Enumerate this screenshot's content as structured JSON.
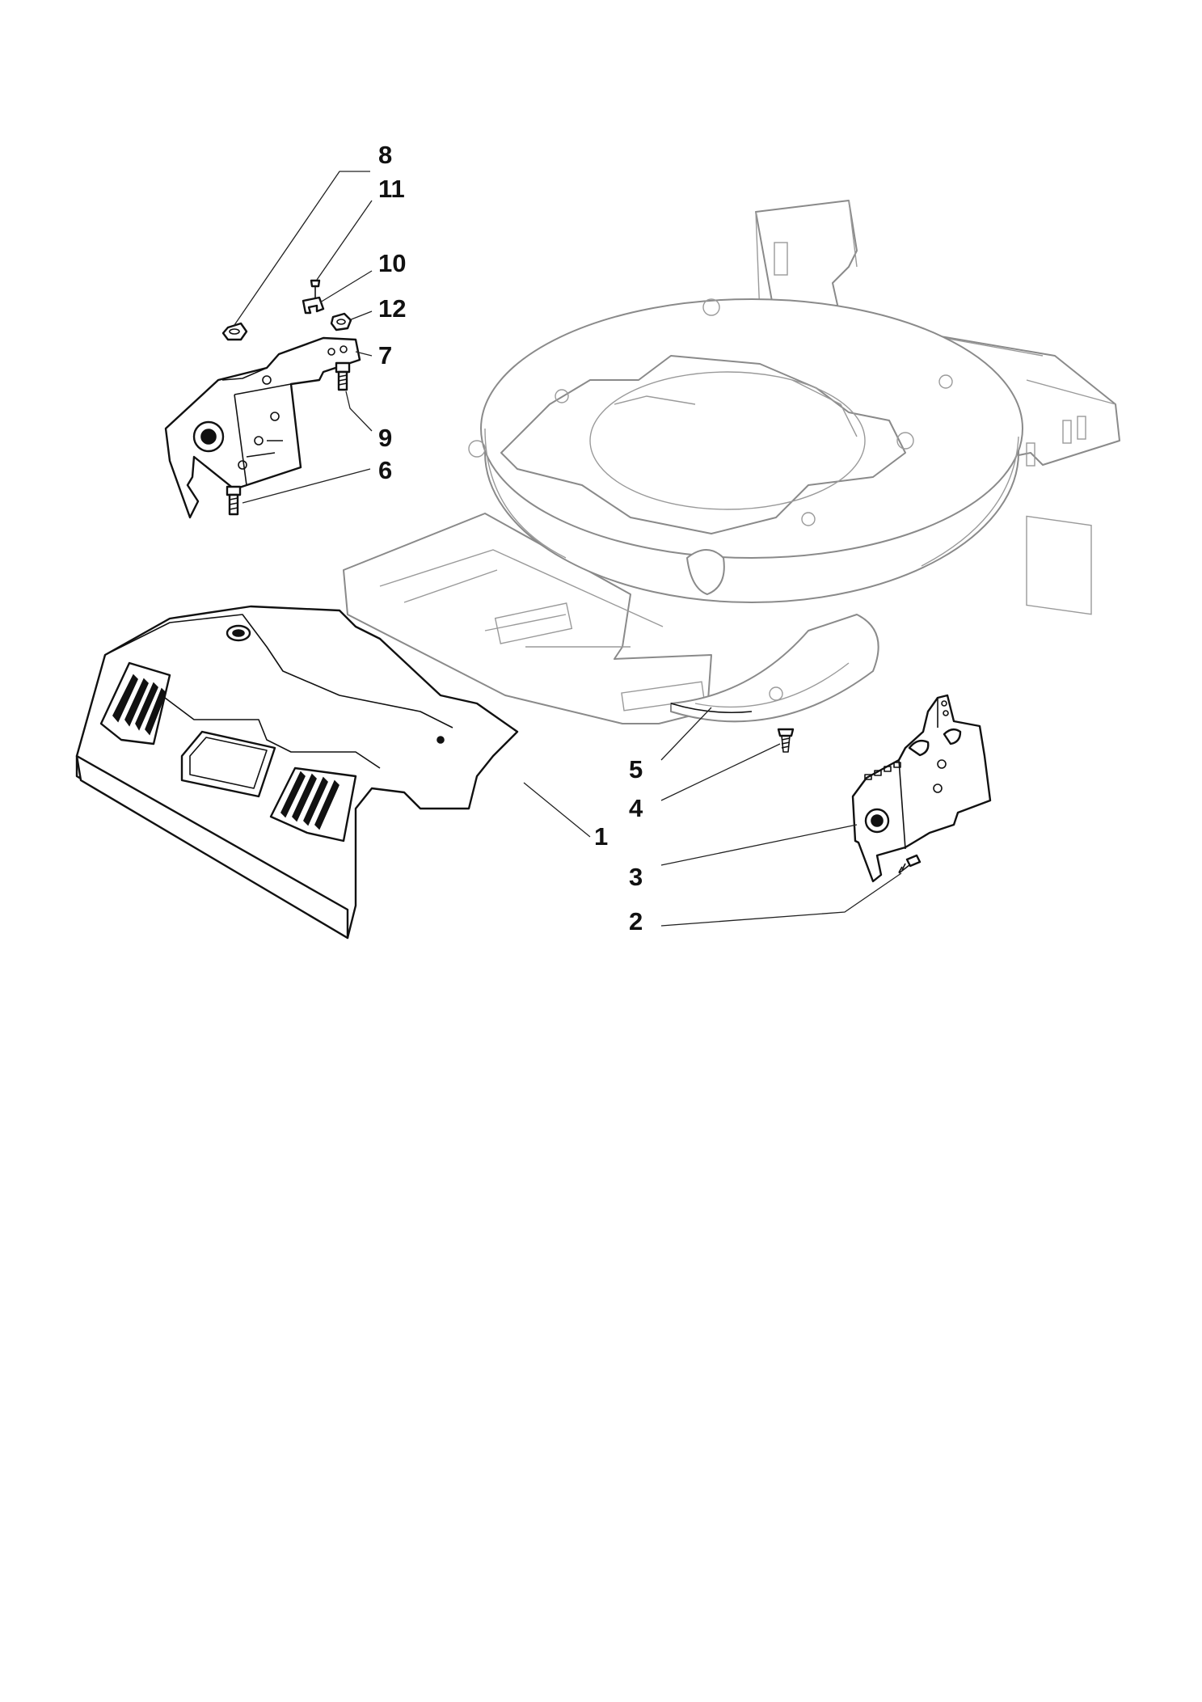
{
  "callouts": [
    {
      "id": "8",
      "label": "8"
    },
    {
      "id": "11",
      "label": "11"
    },
    {
      "id": "10",
      "label": "10"
    },
    {
      "id": "12",
      "label": "12"
    },
    {
      "id": "7",
      "label": "7"
    },
    {
      "id": "9",
      "label": "9"
    },
    {
      "id": "6",
      "label": "6"
    },
    {
      "id": "5",
      "label": "5"
    },
    {
      "id": "4",
      "label": "4"
    },
    {
      "id": "1",
      "label": "1"
    },
    {
      "id": "3",
      "label": "3"
    },
    {
      "id": "2",
      "label": "2"
    }
  ],
  "colors": {
    "ink": "#111111",
    "deck_outline": "#8a8a8a",
    "background": "#ffffff"
  }
}
